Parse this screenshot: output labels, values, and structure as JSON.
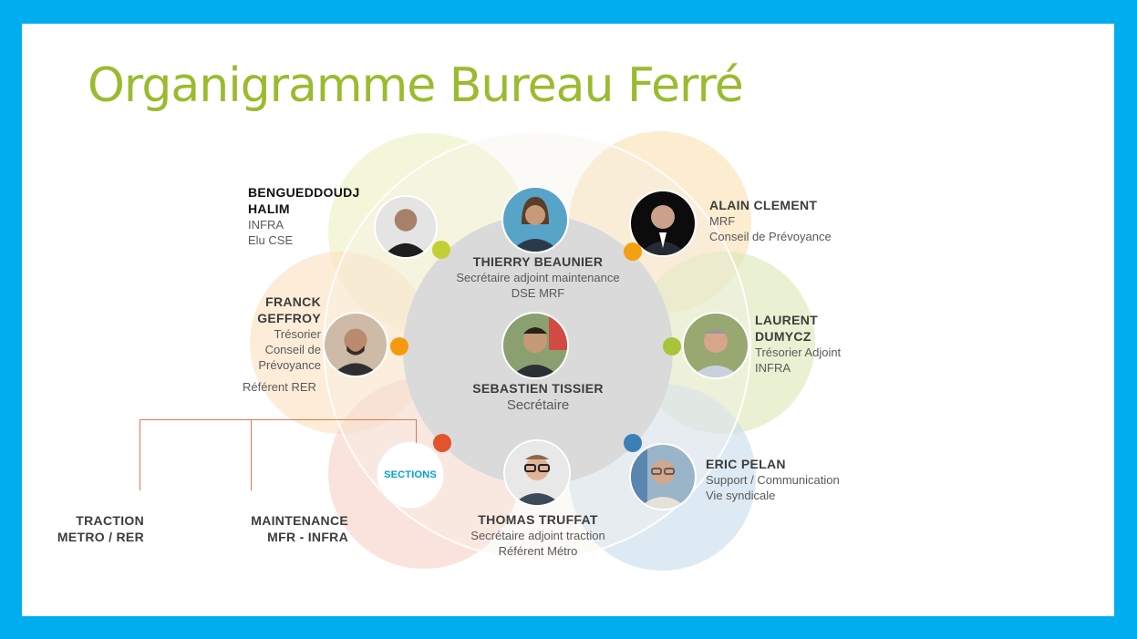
{
  "title": "Organigramme Bureau Ferré",
  "colors": {
    "frame": "#00aeef",
    "title": "#9bbb2f",
    "orange": "#f5a623",
    "green": "#b4c937",
    "red": "#e2542b",
    "blue": "#3b82b5"
  },
  "people": {
    "tissier": {
      "name": "SEBASTIEN TISSIER",
      "role": "Secrétaire"
    },
    "beaunier": {
      "name": "THIERRY BEAUNIER",
      "line1": "Secrétaire adjoint maintenance",
      "line2": "DSE MRF"
    },
    "truffat": {
      "name": "THOMAS TRUFFAT",
      "line1": "Secrétaire adjoint traction",
      "line2": "Référent Métro"
    },
    "halim": {
      "name1": "BENGUEDDOUDJ",
      "name2": "HALIM",
      "line1": "INFRA",
      "line2": "Elu CSE"
    },
    "clement": {
      "name": "ALAIN CLEMENT",
      "line1": "MRF",
      "line2": "Conseil de Prévoyance"
    },
    "geffroy": {
      "name1": "FRANCK",
      "name2": "GEFFROY",
      "line1": "Trésorier",
      "line2": "Conseil de",
      "line3": "Prévoyance",
      "line4": "Référent RER"
    },
    "dumycz": {
      "name1": "LAURENT",
      "name2": "DUMYCZ",
      "line1": "Trésorier Adjoint",
      "line2": "INFRA"
    },
    "pelan": {
      "name": "ERIC PELAN",
      "line1": "Support / Communication",
      "line2": "Vie syndicale"
    }
  },
  "sections": {
    "label": "SECTIONS",
    "traction": {
      "line1": "TRACTION",
      "line2": "METRO / RER"
    },
    "maintenance": {
      "line1": "MAINTENANCE",
      "line2": "MFR - INFRA"
    }
  }
}
